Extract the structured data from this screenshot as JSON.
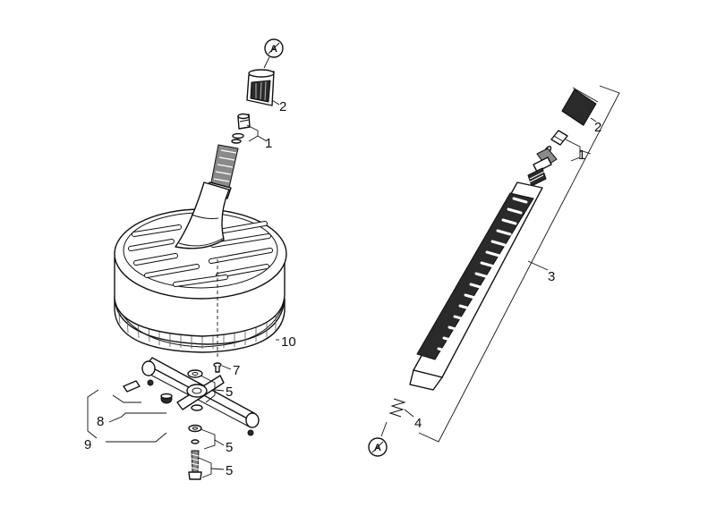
{
  "callouts": {
    "c1_left": "1",
    "c2_left": "2",
    "c10": "10",
    "c7": "7",
    "c5_a": "5",
    "c5_b": "5",
    "c5_c": "5",
    "c8": "8",
    "c9": "9",
    "c2_right": "2",
    "c1_right": "1",
    "c3": "3",
    "c4": "4"
  },
  "connectors": {
    "a_top": "A",
    "a_bottom": "A"
  }
}
